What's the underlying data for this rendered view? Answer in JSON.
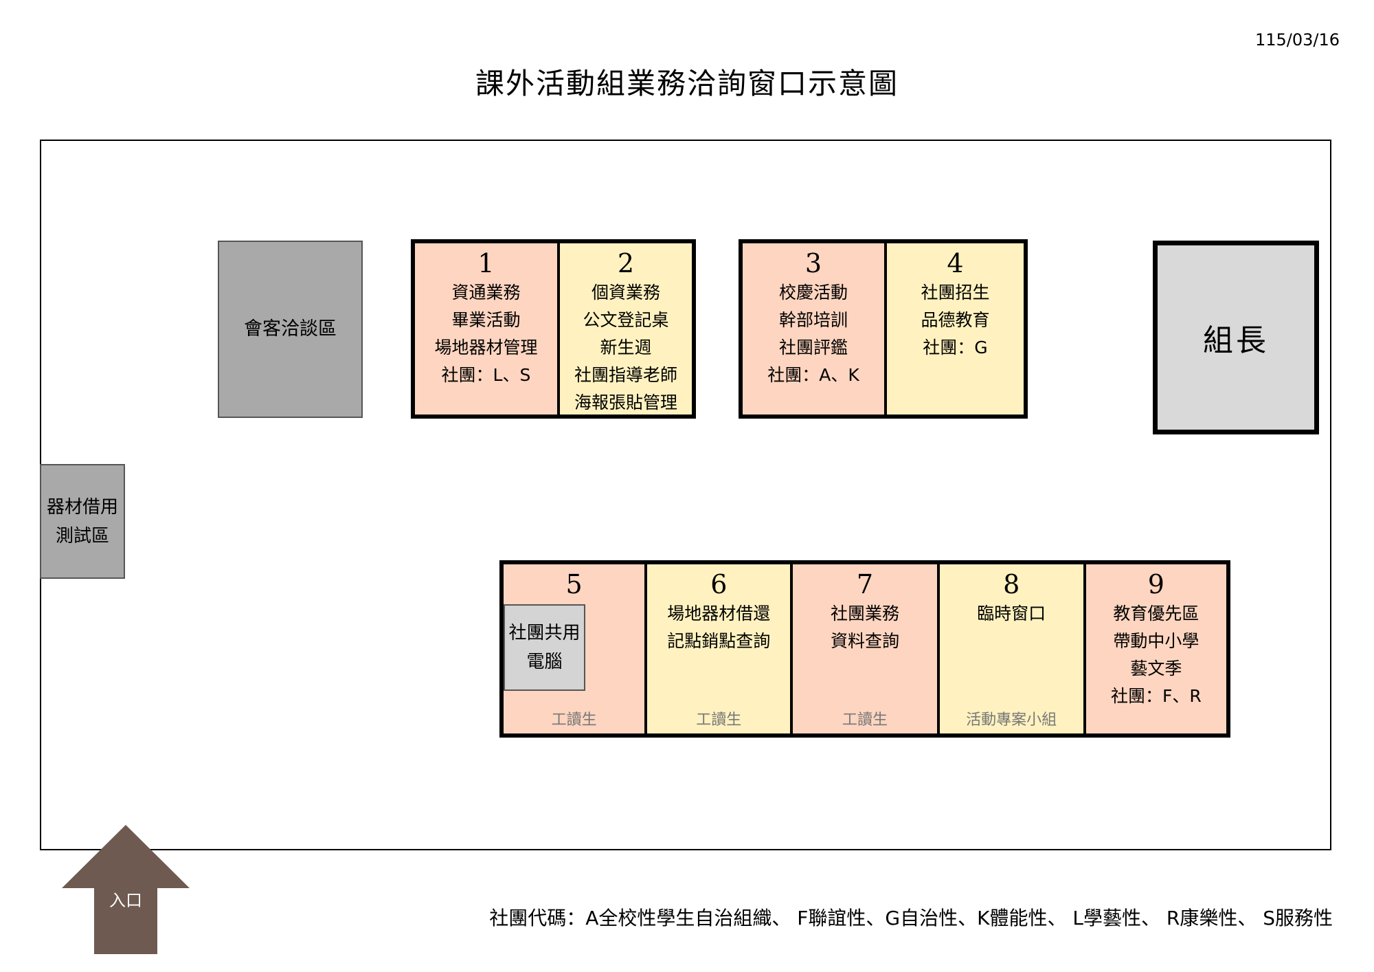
{
  "date": "115/03/16",
  "title": "課外活動組業務洽詢窗口示意圖",
  "reception_area": "會客洽談區",
  "equipment_area": [
    "器材借用",
    "測試區"
  ],
  "chief": "組長",
  "windows": [
    {
      "number": "1",
      "lines": [
        "資通業務",
        "畢業活動",
        "場地器材管理",
        "社團：L、S"
      ]
    },
    {
      "number": "2",
      "lines": [
        "個資業務",
        "公文登記桌",
        "新生週",
        "社團指導老師",
        "海報張貼管理"
      ]
    },
    {
      "number": "3",
      "lines": [
        "校慶活動",
        "幹部培訓",
        "社團評鑑",
        "社團：A、K"
      ]
    },
    {
      "number": "4",
      "lines": [
        "社團招生",
        "品德教育",
        "社團：G"
      ]
    },
    {
      "number": "5",
      "lines": [],
      "computer": [
        "社團共用",
        "電腦"
      ],
      "staff": "工讀生"
    },
    {
      "number": "6",
      "lines": [
        "場地器材借還",
        "記點銷點查詢"
      ],
      "staff": "工讀生"
    },
    {
      "number": "7",
      "lines": [
        "社團業務",
        "資料查詢"
      ],
      "staff": "工讀生"
    },
    {
      "number": "8",
      "lines": [
        "臨時窗口"
      ],
      "staff": "活動專案小組"
    },
    {
      "number": "9",
      "lines": [
        "教育優先區",
        "帶動中小學",
        "藝文季",
        "社團：F、R"
      ]
    }
  ],
  "entrance": "入口",
  "legend": "社團代碼：A全校性學生自治組織、 F聯誼性、G自治性、K體能性、 L學藝性、 R康樂性、 S服務性",
  "colors": {
    "peach": "#fdd5c0",
    "yellow": "#fff2c0",
    "gray": "#a9a9a9",
    "arrow": "#6e5a50"
  }
}
